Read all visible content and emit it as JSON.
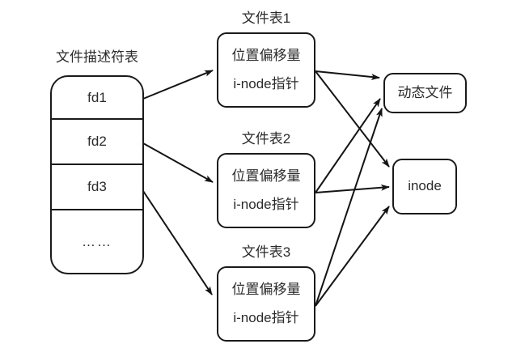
{
  "diagram": {
    "title_fd_table": "文件描述符表",
    "fd_table": {
      "name": "file-descriptor-table",
      "cells": [
        {
          "label": "fd1"
        },
        {
          "label": "fd2"
        },
        {
          "label": "fd3"
        },
        {
          "label": "……"
        }
      ]
    },
    "file_tables": [
      {
        "caption": "文件表1",
        "offset_label": "位置偏移量",
        "inode_ptr_label": "i-node指针"
      },
      {
        "caption": "文件表2",
        "offset_label": "位置偏移量",
        "inode_ptr_label": "i-node指针"
      },
      {
        "caption": "文件表3",
        "offset_label": "位置偏移量",
        "inode_ptr_label": "i-node指针"
      }
    ],
    "targets": [
      {
        "label": "动态文件"
      },
      {
        "label": "inode"
      }
    ],
    "colors": {
      "stroke": "#1a1a1a",
      "text": "#2b2b2b",
      "background": "#ffffff"
    }
  }
}
